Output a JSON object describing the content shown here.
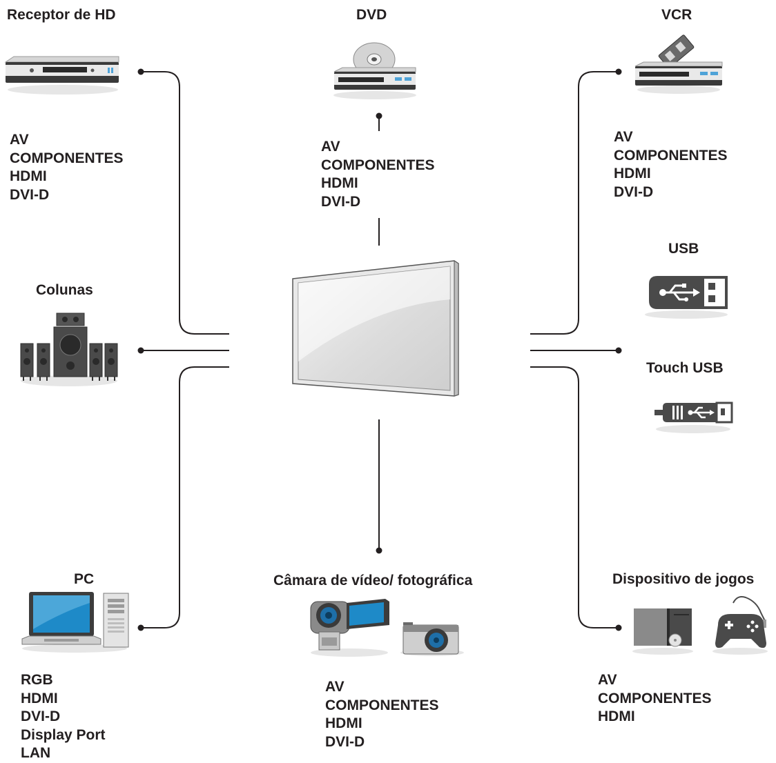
{
  "devices": {
    "hd_receiver": {
      "title": "Receptor de HD",
      "ports": [
        "AV",
        "COMPONENTES",
        "HDMI",
        "DVI-D"
      ]
    },
    "dvd": {
      "title": "DVD",
      "ports": [
        "AV",
        "COMPONENTES",
        "HDMI",
        "DVI-D"
      ]
    },
    "vcr": {
      "title": "VCR",
      "ports": [
        "AV",
        "COMPONENTES",
        "HDMI",
        "DVI-D"
      ]
    },
    "speakers": {
      "title": "Colunas"
    },
    "usb": {
      "title": "USB"
    },
    "touch_usb": {
      "title": "Touch USB"
    },
    "pc": {
      "title": "PC",
      "ports": [
        "RGB",
        "HDMI",
        "DVI-D",
        "Display Port",
        "LAN"
      ]
    },
    "camera": {
      "title": "Câmara de vídeo/ fotográfica",
      "ports": [
        "AV",
        "COMPONENTES",
        "HDMI",
        "DVI-D"
      ]
    },
    "game": {
      "title": "Dispositivo de jogos",
      "ports": [
        "AV",
        "COMPONENTES",
        "HDMI"
      ]
    }
  },
  "icons": {
    "display": "display-panel-icon",
    "hd_receiver": "set-top-box-icon",
    "dvd": "dvd-player-icon",
    "vcr": "vcr-icon",
    "speakers": "speaker-system-icon",
    "usb": "usb-stick-icon",
    "touch_usb": "touch-usb-connector-icon",
    "pc": "laptop-and-tower-icon",
    "camera": "camcorder-and-camera-icon",
    "game": "game-console-icon"
  },
  "colors": {
    "line": "#231f20",
    "device_dark": "#3c3c3c",
    "screen_blue": "#1e8ac8"
  }
}
